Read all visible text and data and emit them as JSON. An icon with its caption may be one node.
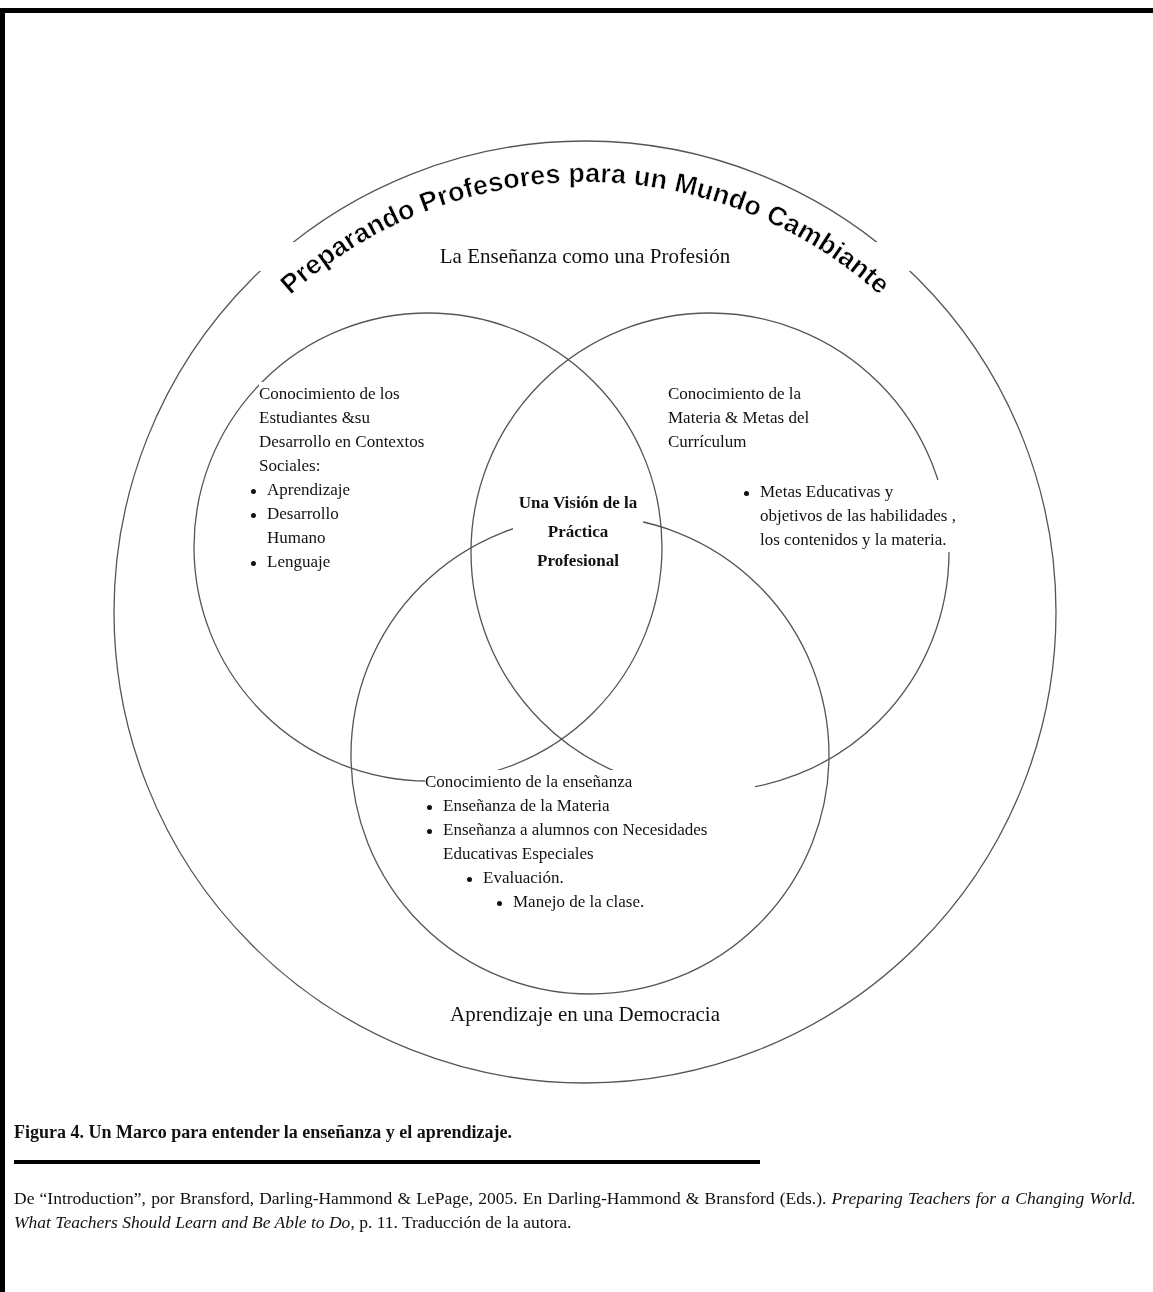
{
  "diagram": {
    "caption": "Figura 4. Un Marco para entender la enseñanza y el aprendizaje.",
    "nodes": [
      {
        "text": [
          "Preparando Profesores para un Mundo Cambiante",
          "La Enseñanza como una Profesión",
          "Aprendizaje en una Democracia"
        ]
      },
      {
        "text": [
          "Conocimiento de los Estudiantes &su Desarrollo en Contextos Sociales:",
          "Aprendizaje",
          "Desarrollo Humano",
          "Lenguaje"
        ],
        "in": 0
      },
      {
        "text": [
          "Conocimiento de la Materia & Metas del Currículum",
          "Metas Educativas y objetivos de las habilidades , los contenidos y la materia."
        ],
        "in": 0
      },
      {
        "text": [
          "Conocimiento de la enseñanza",
          "Enseñanza de la Materia",
          "Enseñanza a alumnos con Necesidades Educativas Especiales",
          "Evaluación.",
          "Manejo de la clase."
        ],
        "in": 0
      },
      {
        "text": [
          "Una Visión de la Práctica Profesional"
        ]
      }
    ],
    "labels": [
      "De “Introduction”, por Bransford, Darling-Hammond & LePage, 2005. En Darling-Hammond & Bransford (Eds.). *Preparing Teachers for a Changing World. What Teachers Should Learn and Be Able to Do*, p. 11. Traducción de la autora."
    ]
  }
}
